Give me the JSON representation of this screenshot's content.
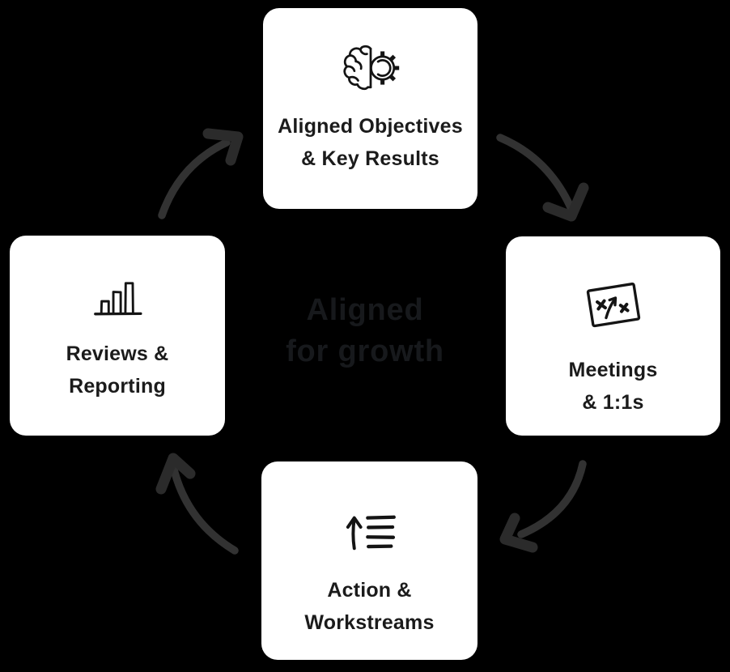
{
  "colors": {
    "background": "#000000",
    "card_bg": "#ffffff",
    "card_text": "#1b1b1b",
    "icon_stroke": "#141414",
    "arrow": "#323232",
    "arrow_head": "#2b2b2b",
    "center_text": "#17191c"
  },
  "center": {
    "line1": "Aligned",
    "line2": "for growth"
  },
  "cards": {
    "top": {
      "icon": "brain-gear-icon",
      "lines": [
        "Aligned Objectives",
        "& Key Results"
      ]
    },
    "right": {
      "icon": "strategy-icon",
      "lines": [
        "Meetings",
        "& 1:1s"
      ]
    },
    "bottom": {
      "icon": "sort-ascending-icon",
      "lines": [
        "Action &",
        "Workstreams"
      ]
    },
    "left": {
      "icon": "bar-chart-icon",
      "lines": [
        "Reviews &",
        "Reporting"
      ]
    }
  },
  "arrows": [
    {
      "name": "arrow-top-to-right",
      "from": "top",
      "to": "right"
    },
    {
      "name": "arrow-right-to-bottom",
      "from": "right",
      "to": "bottom"
    },
    {
      "name": "arrow-bottom-to-left",
      "from": "bottom",
      "to": "left"
    },
    {
      "name": "arrow-left-to-top",
      "from": "left",
      "to": "top"
    }
  ]
}
